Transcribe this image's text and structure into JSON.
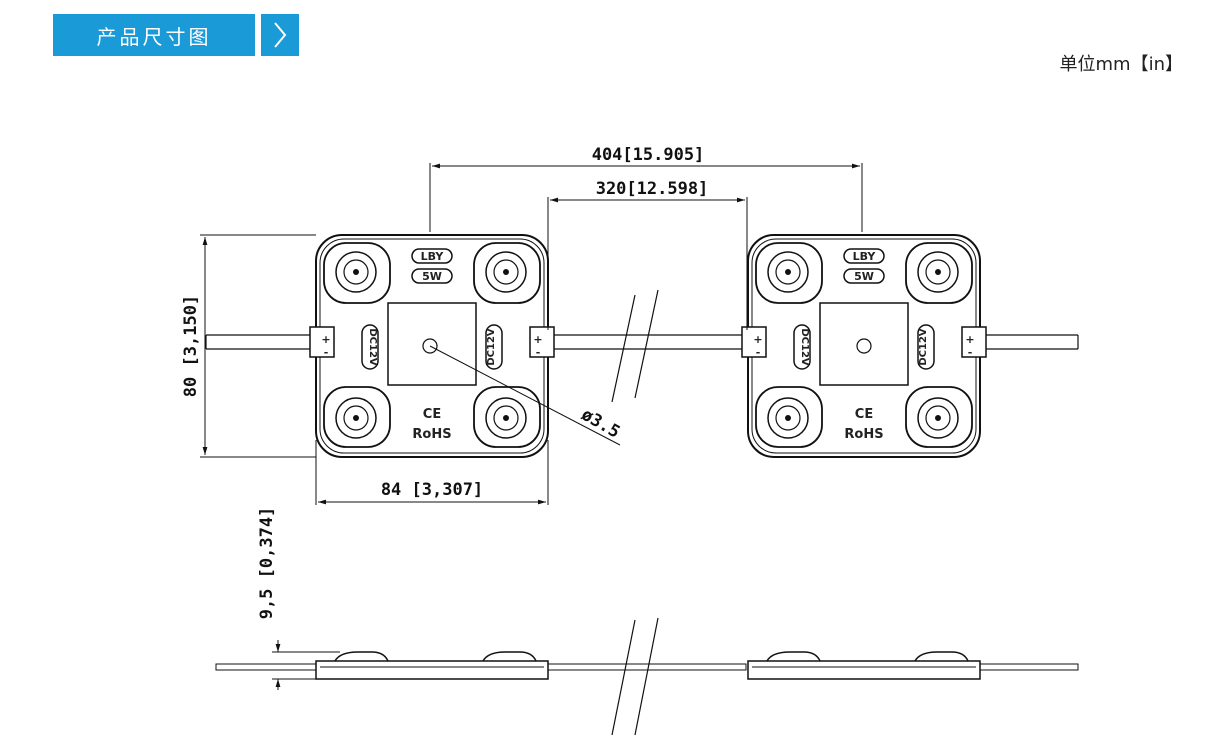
{
  "header": {
    "title": "产品尺寸图",
    "arrow_icon": "chevron-right-icon",
    "accent_color": "#1a9ad6"
  },
  "unit_label": "单位mm【in】",
  "dimensions": {
    "overall_pitch": "404[15.905]",
    "module_gap": "320[12.598]",
    "height": "80 [3,150]",
    "width": "84 [3,307]",
    "thickness": "9,5 [0,374]",
    "hole_diameter": "ø3.5"
  },
  "module_labels": {
    "brand": "LBY",
    "power": "5W",
    "voltage": "DC12V",
    "ce": "CE",
    "rohs": "RoHS",
    "plus": "+",
    "minus": "-"
  }
}
